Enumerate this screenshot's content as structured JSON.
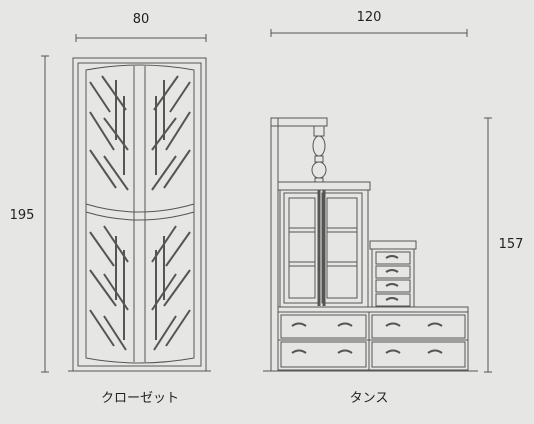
{
  "background": "#e6e6e4",
  "line_color": "#555555",
  "closet": {
    "label": "クローゼット",
    "width_dim": "80",
    "height_dim": "195"
  },
  "tansu": {
    "label": "タンス",
    "width_dim": "120",
    "height_dim": "157"
  }
}
